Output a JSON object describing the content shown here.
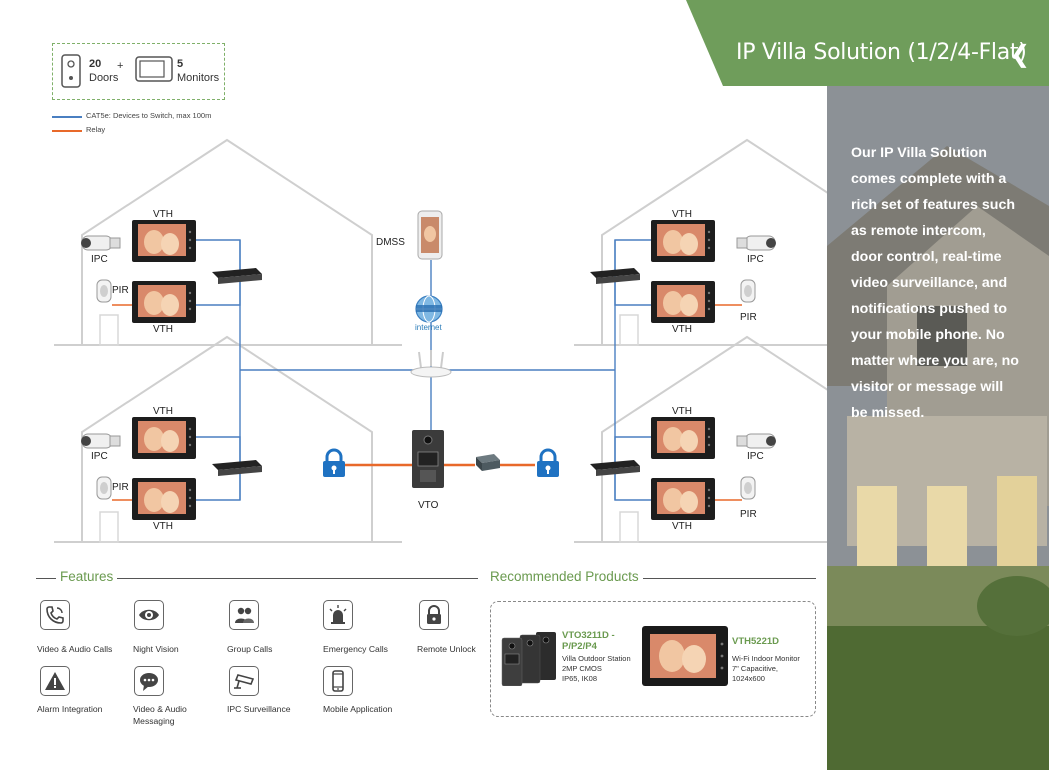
{
  "header": {
    "title": "IP Villa Solution (1/2/4-Flat)",
    "colors": {
      "green": "#6f9d5b"
    }
  },
  "capacity": {
    "doors_num": "20",
    "doors_label": "Doors",
    "plus": "+",
    "monitors_num": "5",
    "monitors_label": "Monitors"
  },
  "legend": [
    {
      "text": "CAT5e: Devices to Switch, max 100m",
      "color": "#4a7fc1"
    },
    {
      "text": "Relay",
      "color": "#e8692a"
    }
  ],
  "diagram": {
    "vth": "VTH",
    "ipc": "IPC",
    "pir": "PIR",
    "dmss": "DMSS",
    "internet": "internet",
    "vto": "VTO"
  },
  "side_text": "Our IP Villa Solution comes complete with a rich set of features such as remote intercom, door control, real-time video surveillance, and notifications pushed to your mobile phone. No matter where you are, no visitor or message will be missed.",
  "features": {
    "title": "Features",
    "items": [
      {
        "label": "Video & Audio Calls",
        "icon": "phone-call-icon"
      },
      {
        "label": "Night Vision",
        "icon": "eye-icon"
      },
      {
        "label": "Group Calls",
        "icon": "group-icon"
      },
      {
        "label": "Emergency Calls",
        "icon": "alarm-light-icon"
      },
      {
        "label": "Remote Unlock",
        "icon": "lock-icon"
      },
      {
        "label": "Alarm Integration",
        "icon": "warning-icon"
      },
      {
        "label": "Video & Audio Messaging",
        "icon": "chat-bubble-icon"
      },
      {
        "label": "IPC Surveillance",
        "icon": "cctv-camera-icon"
      },
      {
        "label": "Mobile  Application",
        "icon": "mobile-phone-icon"
      }
    ]
  },
  "products": {
    "title": "Recommended Products",
    "items": [
      {
        "name": "VTO3211D -P/P2/P4",
        "desc": [
          "Villa Outdoor Station",
          "2MP CMOS",
          "IP65, IK08"
        ]
      },
      {
        "name": "VTH5221D",
        "desc": [
          "Wi-Fi Indoor Monitor",
          "7\" Capacitive,",
          "1024x600"
        ]
      }
    ]
  }
}
